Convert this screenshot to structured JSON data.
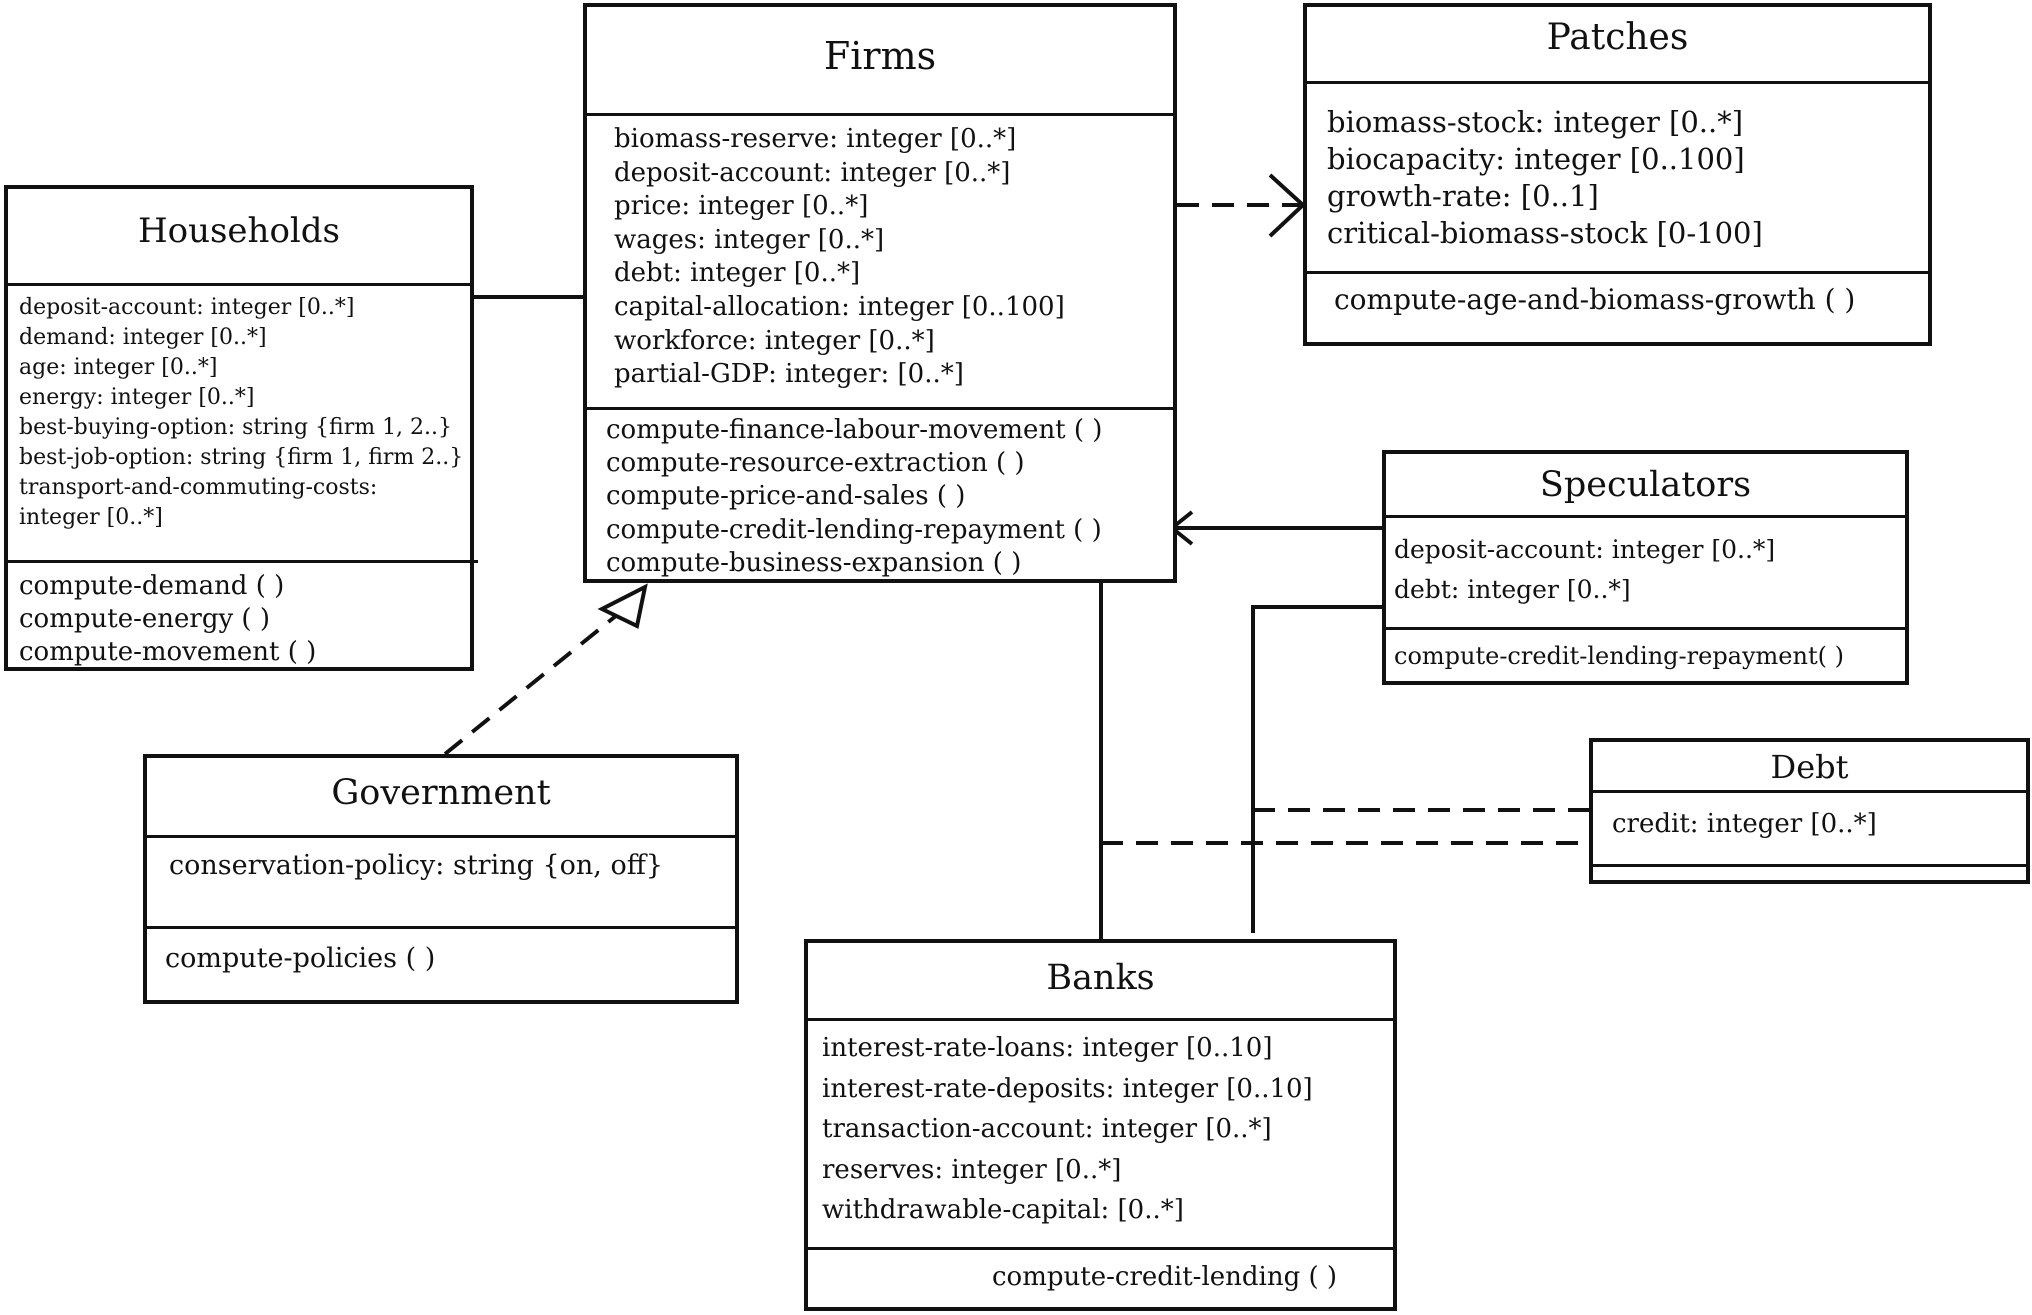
{
  "classes": {
    "households": {
      "name": "Households",
      "attributes": [
        "deposit-account: integer [0..*]",
        "demand: integer [0..*]",
        "age: integer [0..*]",
        "energy: integer [0..*]",
        "best-buying-option: string {firm 1, 2..}",
        "best-job-option: string {firm 1, firm 2..}",
        "transport-and-commuting-costs:",
        "integer [0..*]"
      ],
      "operations": [
        "compute-demand ( )",
        "compute-energy ( )",
        "compute-movement ( )"
      ]
    },
    "firms": {
      "name": "Firms",
      "attributes": [
        "biomass-reserve: integer [0..*]",
        "deposit-account: integer [0..*]",
        "price: integer [0..*]",
        "wages: integer [0..*]",
        "debt: integer [0..*]",
        "capital-allocation: integer [0..100]",
        "workforce: integer [0..*]",
        "partial-GDP: integer: [0..*]"
      ],
      "operations": [
        "compute-finance-labour-movement ( )",
        "compute-resource-extraction ( )",
        "compute-price-and-sales ( )",
        "compute-credit-lending-repayment ( )",
        "compute-business-expansion ( )"
      ]
    },
    "patches": {
      "name": "Patches",
      "attributes": [
        "biomass-stock: integer [0..*]",
        "biocapacity: integer [0..100]",
        "growth-rate: [0..1]",
        "critical-biomass-stock [0-100]"
      ],
      "operations": [
        "compute-age-and-biomass-growth ( )"
      ]
    },
    "speculators": {
      "name": "Speculators",
      "attributes": [
        "deposit-account: integer [0..*]",
        "debt: integer [0..*]"
      ],
      "operations": [
        "compute-credit-lending-repayment( )"
      ]
    },
    "debt": {
      "name": "Debt",
      "attributes": [
        "credit: integer [0..*]"
      ],
      "operations": []
    },
    "government": {
      "name": "Government",
      "attributes": [
        "conservation-policy: string {on, off}"
      ],
      "operations": [
        "compute-policies ( )"
      ]
    },
    "banks": {
      "name": "Banks",
      "attributes": [
        "interest-rate-loans: integer [0..10]",
        "interest-rate-deposits: integer [0..10]",
        "transaction-account: integer [0..*]",
        "reserves: integer [0..*]",
        "withdrawable-capital: [0..*]"
      ],
      "operations": [
        "compute-credit-lending ( )"
      ]
    }
  },
  "relationships": [
    {
      "from": "households",
      "to": "firms",
      "kind": "association"
    },
    {
      "from": "firms",
      "to": "patches",
      "kind": "dependency"
    },
    {
      "from": "speculators",
      "to": "firms",
      "kind": "directed-association"
    },
    {
      "from": "government",
      "to": "firms",
      "kind": "realization"
    },
    {
      "from": "firms",
      "to": "banks",
      "kind": "association"
    },
    {
      "from": "speculators",
      "to": "banks",
      "kind": "association"
    },
    {
      "from": "firms-banks",
      "to": "debt",
      "kind": "association-class"
    },
    {
      "from": "speculators-banks",
      "to": "debt",
      "kind": "association-class"
    }
  ],
  "style": {
    "line_color": "#111111",
    "background": "#ffffff"
  }
}
